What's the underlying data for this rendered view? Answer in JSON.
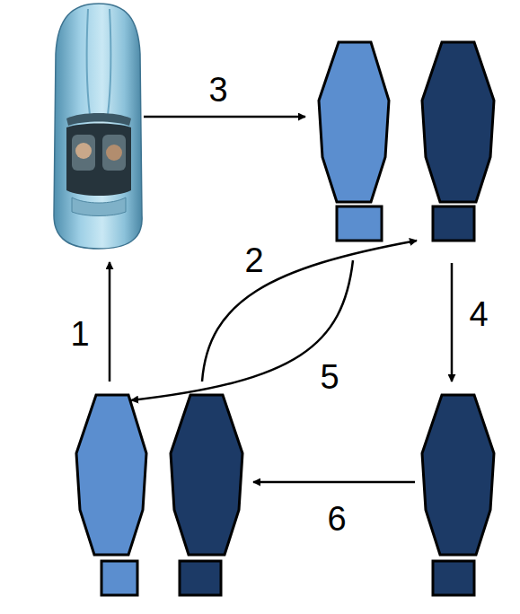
{
  "diagram": {
    "labels": [
      "3",
      "2",
      "4",
      "1",
      "5",
      "6"
    ]
  }
}
